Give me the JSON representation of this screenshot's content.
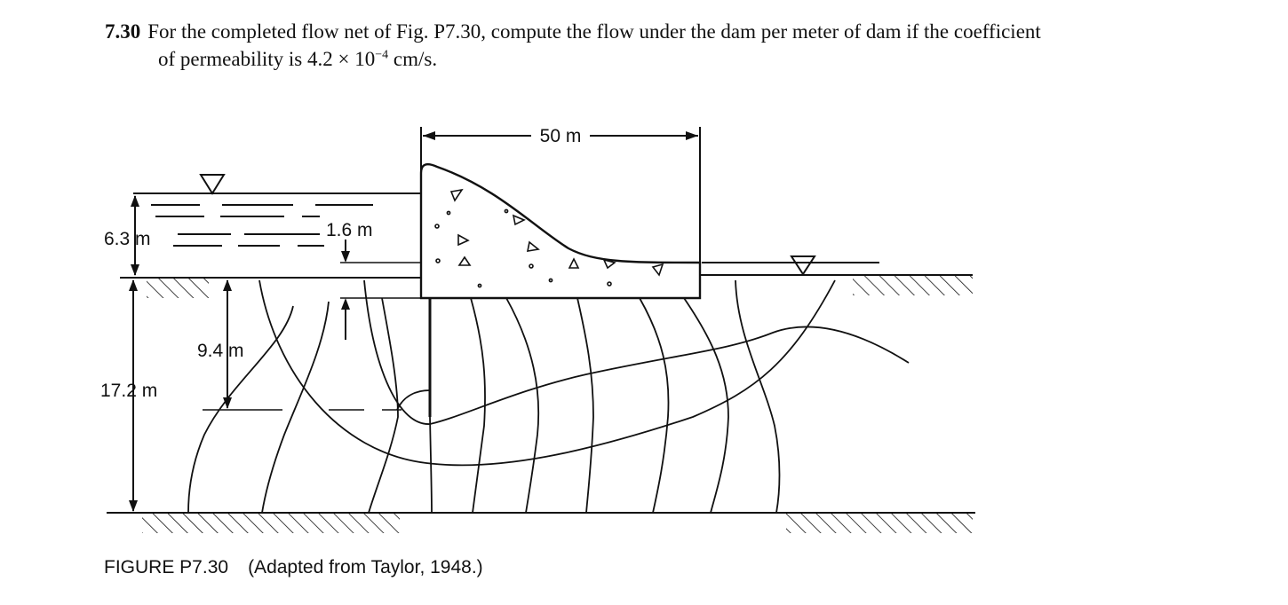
{
  "problem": {
    "number": "7.30",
    "line1": "For the completed flow net of Fig. P7.30, compute the flow under the dam per meter of dam if the coefficient",
    "line2_prefix": "of permeability is 4.2 × 10",
    "line2_exp": "−4",
    "line2_suffix": " cm/s."
  },
  "figure": {
    "dam_width_label": "50 m",
    "upstream_head_label": "6.3 m",
    "tailwater_label": "1.6 m",
    "sheet_pile_label": "9.4 m",
    "layer_depth_label": "17.2 m",
    "caption_label": "FIGURE P7.30",
    "caption_source": "(Adapted from Taylor, 1948.)"
  }
}
